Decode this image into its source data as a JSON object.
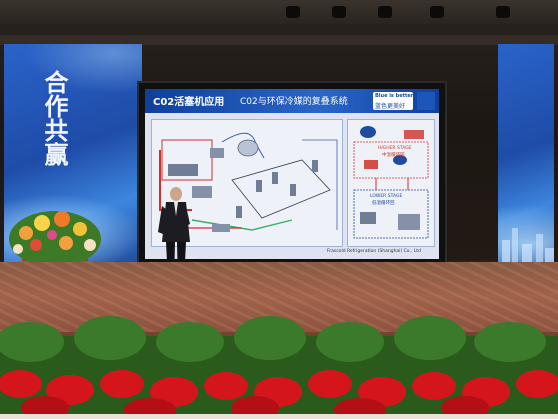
{
  "stage": {
    "left_banner_text": "合作共赢"
  },
  "slide": {
    "title": "C02活塞机应用",
    "subtitle": "C02与环保冷媒的复叠系统",
    "brand_en": "Blue is better",
    "brand_cn": "蓝色更美好",
    "higher_stage_en": "HIGHER STAGE",
    "higher_stage_cn": "中温循环回",
    "lower_stage_en": "LOWER STAGE",
    "lower_stage_cn": "低温循环回",
    "footer": "Frascold Refrigeration (Shanghai) Co., Ltd"
  },
  "colors": {
    "side_screen_blue": "#2a63c9",
    "slide_header_blue": "#0e3f9b",
    "carpet_red": "#a0624a",
    "poinsettia_red": "#d4161c",
    "foliage_green": "#2f6a22"
  }
}
